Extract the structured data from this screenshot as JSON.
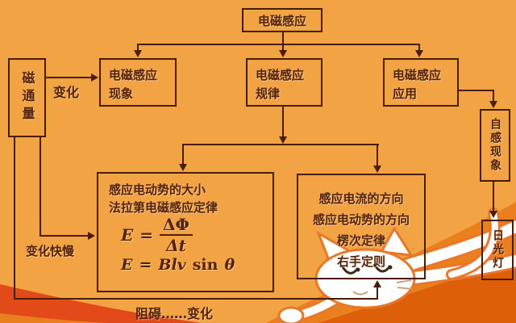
{
  "nodes": {
    "root": {
      "label": "电磁感应"
    },
    "flux": {
      "label": "磁通量"
    },
    "phenomenon": {
      "line1": "电磁感应",
      "line2": "现象"
    },
    "law": {
      "line1": "电磁感应",
      "line2": "规律"
    },
    "application": {
      "line1": "电磁感应",
      "line2": "应用"
    },
    "self_induction": {
      "label": "自感现象"
    },
    "fluorescent_lamp": {
      "label": "日光灯"
    },
    "emf_box": {
      "line1": "感应电动势的大小",
      "line2": "法拉第电磁感应定律"
    },
    "direction_box": {
      "line1": "感应电流的方向",
      "line2": "感应电动势的方向",
      "line3": "楞次定律",
      "line4": "右手定则"
    }
  },
  "formulas": {
    "faraday": {
      "lhs": "E",
      "eq": "=",
      "numerator": "ΔΦ",
      "denominator": "Δt"
    },
    "motional": {
      "lhs": "E",
      "eq": "=",
      "vars": "Blv",
      "func": "sin",
      "angle": "θ"
    }
  },
  "edge_labels": {
    "change": "变化",
    "change_rate": "变化快慢",
    "hinder_change": "阻碍……变化"
  },
  "colors": {
    "background": "#F2A445",
    "line_and_border": "#4A1D02",
    "text": "#54220A",
    "wave_mid_orange": "#E9801D",
    "wave_dark_orange": "#DE5F0A",
    "wave_red": "#E34A1A",
    "cat_outline": "#E8772A",
    "cat_fill": "#FFFFFF"
  }
}
